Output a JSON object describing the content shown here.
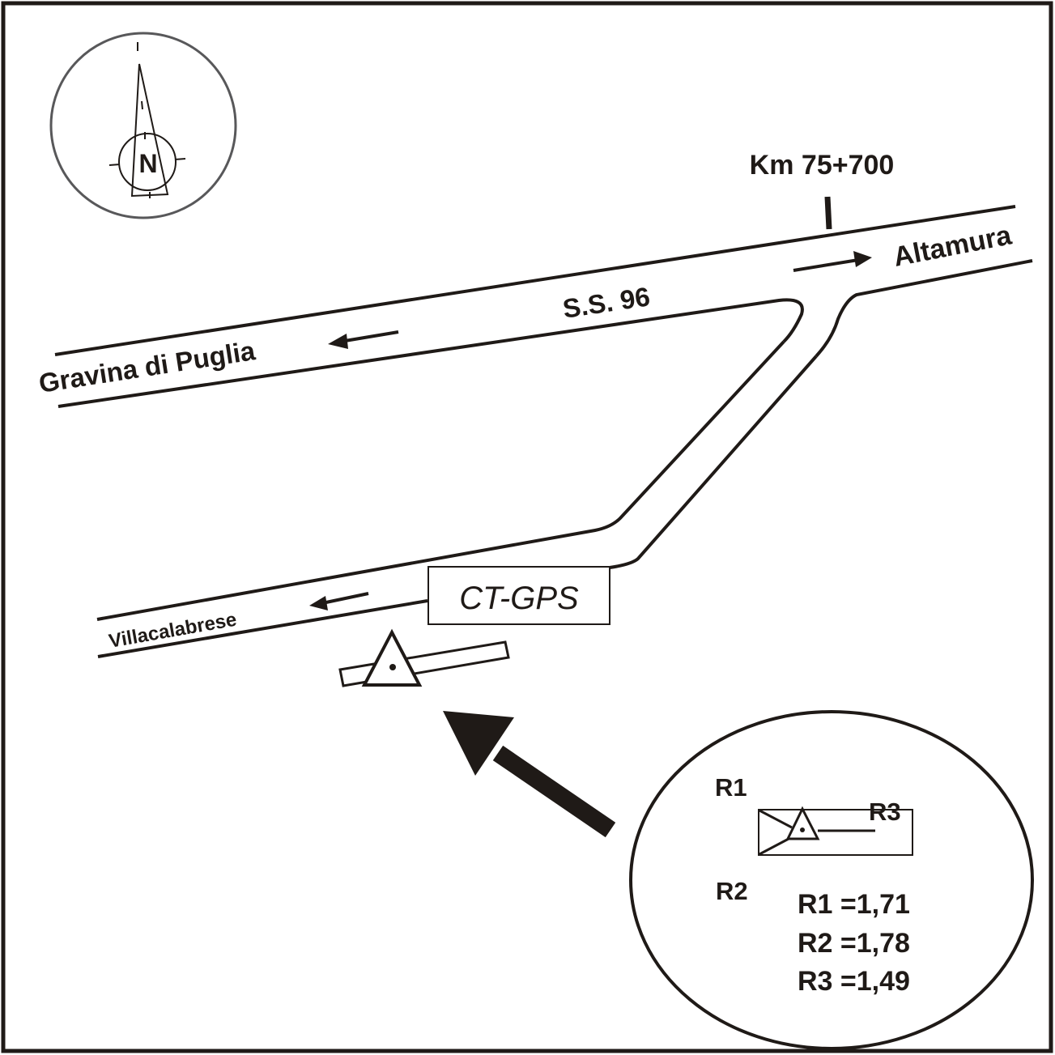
{
  "map": {
    "type": "station-location-sketch",
    "colors": {
      "ink": "#1f1a17",
      "compass_ring": "#58585a",
      "background": "#ffffff"
    },
    "compass": {
      "icon": "north-arrow-icon",
      "label": "N"
    },
    "kilometer_marker": {
      "label": "Km 75+700"
    },
    "roads": {
      "main_road_name": "S.S. 96",
      "destination_west": "Gravina di Puglia",
      "destination_east": "Altamura",
      "side_road_destination": "Villacalabrese"
    },
    "station": {
      "label": "CT-GPS",
      "icon": "survey-benchmark-triangle-icon"
    },
    "pointer": {
      "icon": "arrow-up-left-icon"
    },
    "detail_inset": {
      "reference_labels": [
        "R1",
        "R2",
        "R3"
      ],
      "measurements": [
        {
          "ref": "R1",
          "text": "R1 =1,71",
          "value": 1.71
        },
        {
          "ref": "R2",
          "text": "R2 =1,78",
          "value": 1.78
        },
        {
          "ref": "R3",
          "text": "R3 =1,49",
          "value": 1.49
        }
      ]
    }
  }
}
